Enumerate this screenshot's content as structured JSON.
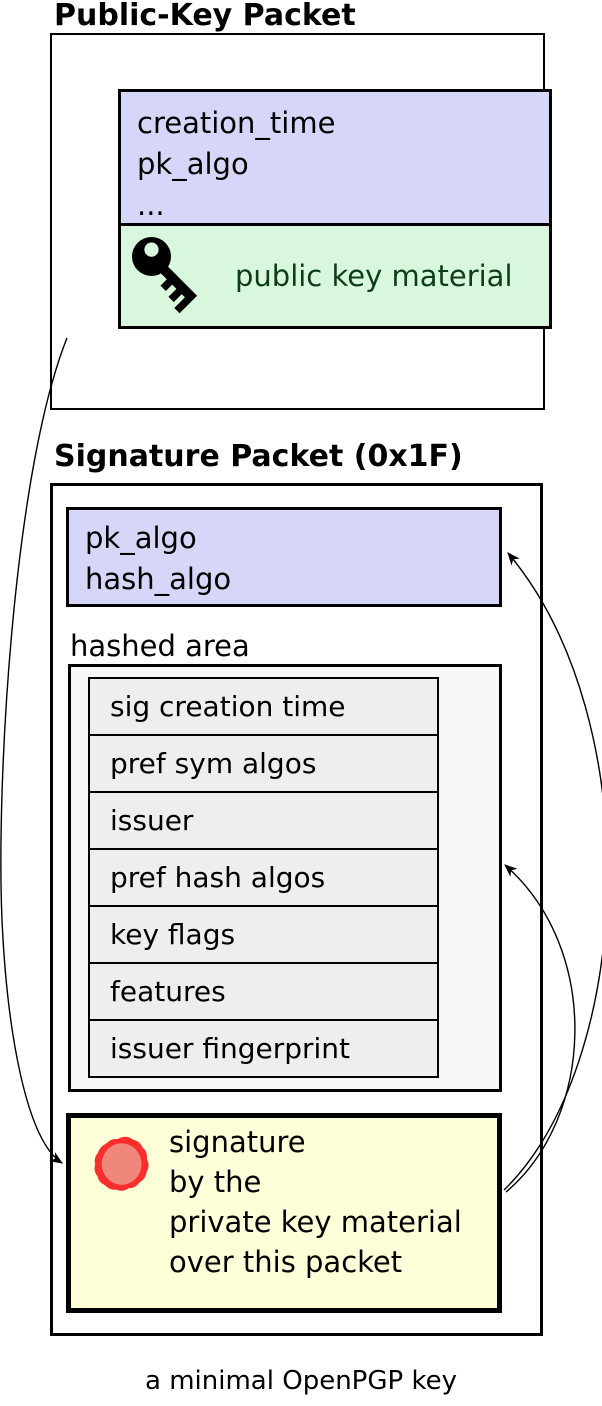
{
  "caption": "a minimal OpenPGP key",
  "public_key_packet": {
    "title": "Public-Key Packet",
    "header_fields": [
      "creation_time",
      "pk_algo",
      "..."
    ],
    "material_label": "public key material",
    "icon": "key-icon"
  },
  "signature_packet": {
    "title": "Signature Packet (0x1F)",
    "meta_fields": [
      "pk_algo",
      "hash_algo"
    ],
    "hashed_area": {
      "label": "hashed area",
      "subpackets": [
        "sig creation time",
        "pref sym algos",
        "issuer",
        "pref hash algos",
        "key flags",
        "features",
        "issuer fingerprint"
      ]
    },
    "signature": {
      "icon": "seal-icon",
      "lines": [
        "signature",
        "by the",
        "private key material",
        "over this packet"
      ]
    }
  },
  "arrows": [
    "public-key-packet-to-signature",
    "signature-to-pk-hash-algo",
    "signature-to-hashed-area"
  ],
  "colors": {
    "packet_header_bg": "#d6d6f8",
    "key_material_bg": "#d9f7dc",
    "key_material_text": "#0e3e18",
    "hashed_area_bg": "#f8f8f8",
    "subpacket_bg": "#eeeeee",
    "signature_bg": "#feffd8",
    "seal_ring": "#fb2e2e",
    "seal_fill": "#f0877d",
    "line": "#000000"
  }
}
